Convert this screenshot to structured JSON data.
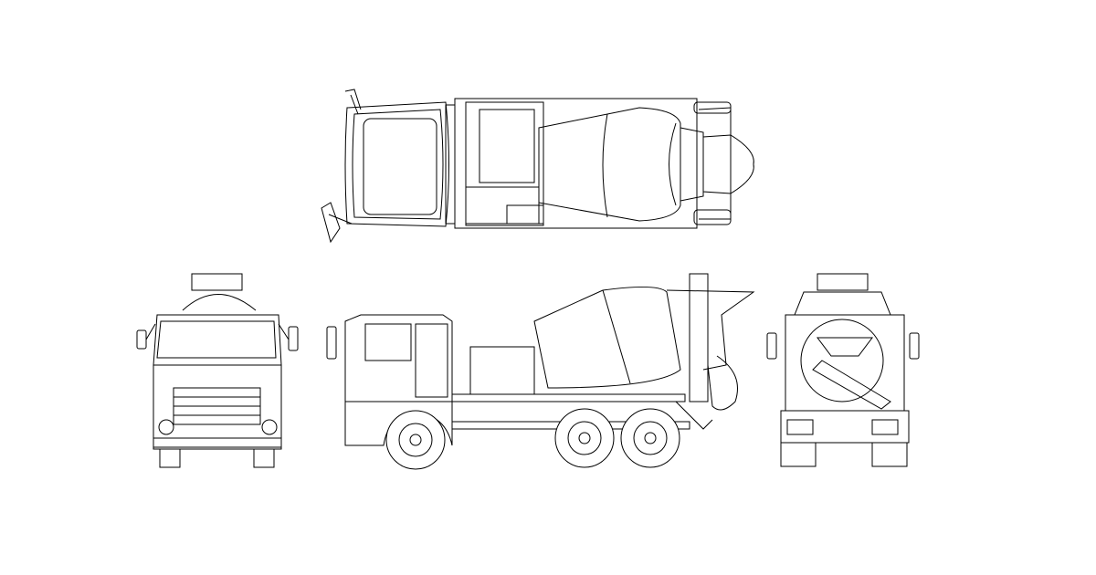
{
  "drawing": {
    "subject": "concrete-mixer-truck",
    "views": [
      "top",
      "front",
      "side",
      "rear"
    ],
    "colors": {
      "background": "#ffffff",
      "line": "#000000"
    }
  }
}
